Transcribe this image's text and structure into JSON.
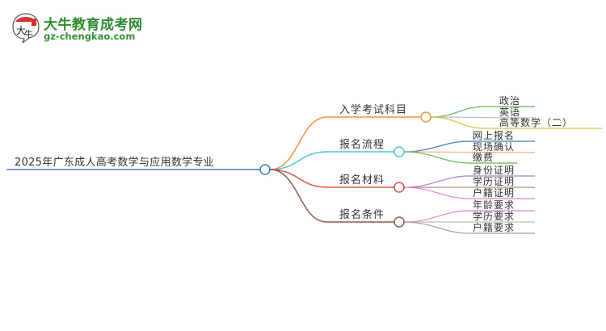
{
  "logo": {
    "badge_text": "大牛",
    "title": "大牛教育成考网",
    "url": "gz-chengkao.com"
  },
  "mindmap": {
    "root": {
      "label": "2025年广东成人高考数学与应用数学专业",
      "color": "#3a7fc4"
    },
    "branches": [
      {
        "label": "入学考试科目",
        "color": "#f5923e",
        "children": [
          {
            "label": "政治",
            "color": "#5cb85c"
          },
          {
            "label": "英语",
            "color": "#bdbdbd"
          },
          {
            "label": "高等数学（二）",
            "color": "#d4c83a"
          }
        ]
      },
      {
        "label": "报名流程",
        "color": "#4fc6d8",
        "children": [
          {
            "label": "网上报名",
            "color": "#3a7fc4"
          },
          {
            "label": "现场确认",
            "color": "#f5b27a"
          },
          {
            "label": "缴费",
            "color": "#5cb85c"
          }
        ]
      },
      {
        "label": "报名材料",
        "color": "#d9534f",
        "children": [
          {
            "label": "身份证明",
            "color": "#a57fd0"
          },
          {
            "label": "学历证明",
            "color": "#b88a80"
          },
          {
            "label": "户籍证明",
            "color": "#e87fcf"
          }
        ]
      },
      {
        "label": "报名条件",
        "color": "#8d5a4a",
        "children": [
          {
            "label": "年龄要求",
            "color": "#e87fcf"
          },
          {
            "label": "学历要求",
            "color": "#bdbdbd"
          },
          {
            "label": "户籍要求",
            "color": "#9e9e9e"
          }
        ]
      }
    ]
  }
}
